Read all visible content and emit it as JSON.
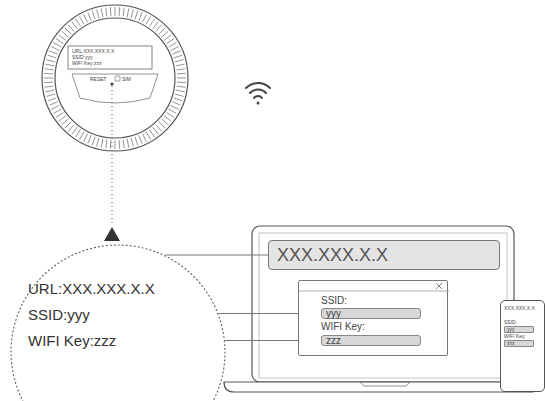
{
  "diagram": {
    "nodes": [
      {
        "text": [
          "URL:XXX.XXX.X.X",
          "SSID:yyy",
          "WIFI Key:zzz"
        ]
      },
      {
        "text": [
          "XXX.XXX.X.X"
        ]
      },
      {
        "text": [
          "SSID:",
          "WIFI Key:"
        ]
      },
      {
        "text": [
          "yyy"
        ],
        "in": 2
      },
      {
        "text": [
          "zzz"
        ],
        "in": 2
      },
      {
        "text": [
          "XXX.XXX.X.X",
          "SSID:",
          "WIFI Key:"
        ]
      },
      {
        "text": [
          "yyy"
        ],
        "in": 5
      },
      {
        "text": [
          "zzz"
        ],
        "in": 5
      }
    ],
    "edges": [
      {
        "from": 0,
        "to": 1,
        "arrow": "none"
      },
      {
        "from": 0,
        "to": 3,
        "arrow": "none"
      },
      {
        "from": 0,
        "to": 4,
        "arrow": "none"
      }
    ],
    "labels": [
      "URL:XXX.XXX.X.X",
      "SSID:yyy",
      "WIFI Key:zzz",
      "RESET",
      "SIM"
    ]
  }
}
